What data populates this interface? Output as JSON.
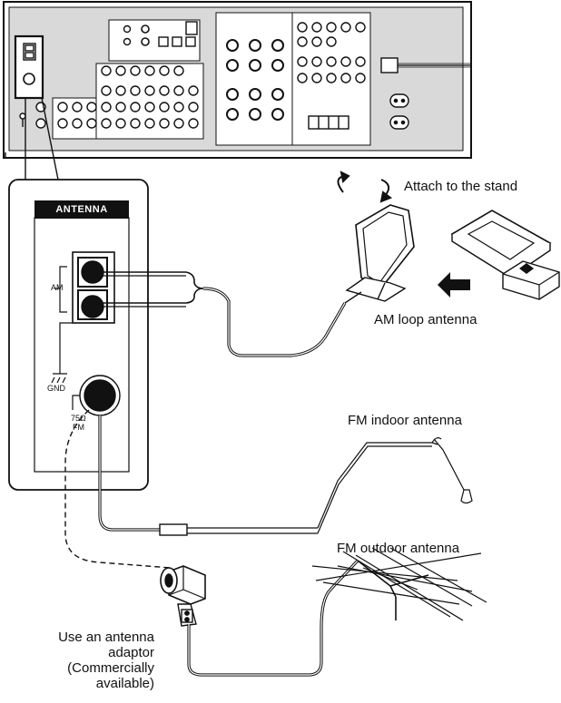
{
  "panel": {
    "title": "ANTENNA",
    "am_label": "AM",
    "gnd_label": "GND",
    "fm_ohm_label": "75Ω",
    "fm_label": "FM"
  },
  "labels": {
    "attach_stand": "Attach to the stand",
    "am_loop": "AM loop antenna",
    "fm_indoor": "FM indoor antenna",
    "fm_outdoor": "FM outdoor antenna"
  },
  "adaptor_note": {
    "line1": "Use an antenna",
    "line2": "adaptor",
    "line3": "(Commercially",
    "line4": "available)"
  },
  "colors": {
    "ink": "#111111",
    "panel_gray": "#d9d9d9",
    "background": "#ffffff"
  }
}
